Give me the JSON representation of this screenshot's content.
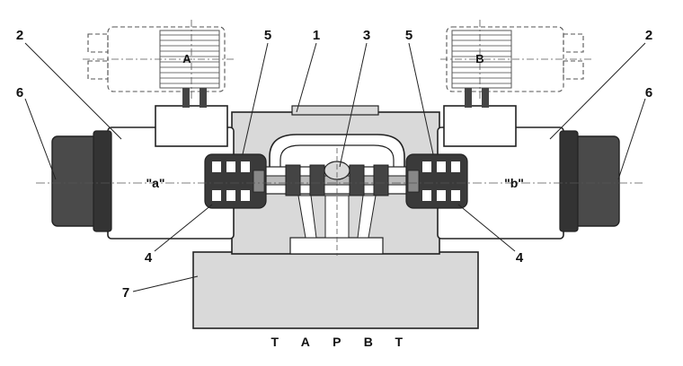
{
  "solenoids": {
    "left_label": "A",
    "right_label": "B"
  },
  "chambers": {
    "left_label": "\"a\"",
    "right_label": "\"b\""
  },
  "callouts": {
    "left_2": "2",
    "left_6": "6",
    "left_5": "5",
    "top_1": "1",
    "top_3": "3",
    "right_5": "5",
    "right_2": "2",
    "right_6": "6",
    "left_4": "4",
    "right_4": "4",
    "left_7": "7"
  },
  "ports": [
    "T",
    "A",
    "P",
    "B",
    "T"
  ],
  "colors": {
    "body_fill": "#d9d9d9",
    "line": "#222222",
    "background": "#ffffff",
    "dark_part": "#3a3a3a"
  }
}
